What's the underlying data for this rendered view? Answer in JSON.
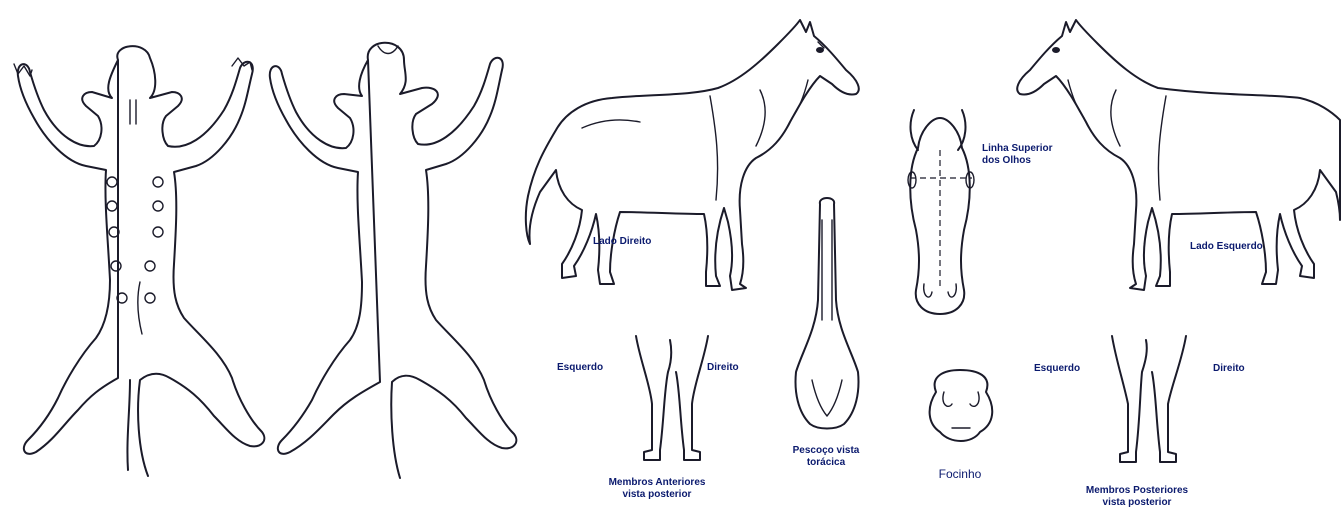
{
  "labels": {
    "lado_direito": "Lado Direito",
    "lado_esquerdo": "Lado Esquerdo",
    "linha_superior": [
      "Linha Superior",
      "dos Olhos"
    ],
    "anterior_esquerdo": "Esquerdo",
    "anterior_direito": "Direito",
    "posterior_esquerdo": "Esquerdo",
    "posterior_direito": "Direito",
    "membros_anteriores": [
      "Membros Anteriores",
      "vista posterior"
    ],
    "membros_posteriores": [
      "Membros Posteriores",
      "vista posterior"
    ],
    "pescoco": [
      "Pescoço vista",
      "torácica"
    ],
    "focinho": "Focinho"
  },
  "colors": {
    "label": "#0b1a6e",
    "line": "#1b1b2a",
    "background": "#ffffff"
  },
  "icons": [
    "dog-ventral-icon",
    "dog-dorsal-icon",
    "horse-right-side-icon",
    "horse-left-side-icon",
    "horse-head-front-icon",
    "horse-neck-ventral-icon",
    "horse-muzzle-icon",
    "forelegs-posterior-icon",
    "hindlegs-posterior-icon"
  ]
}
